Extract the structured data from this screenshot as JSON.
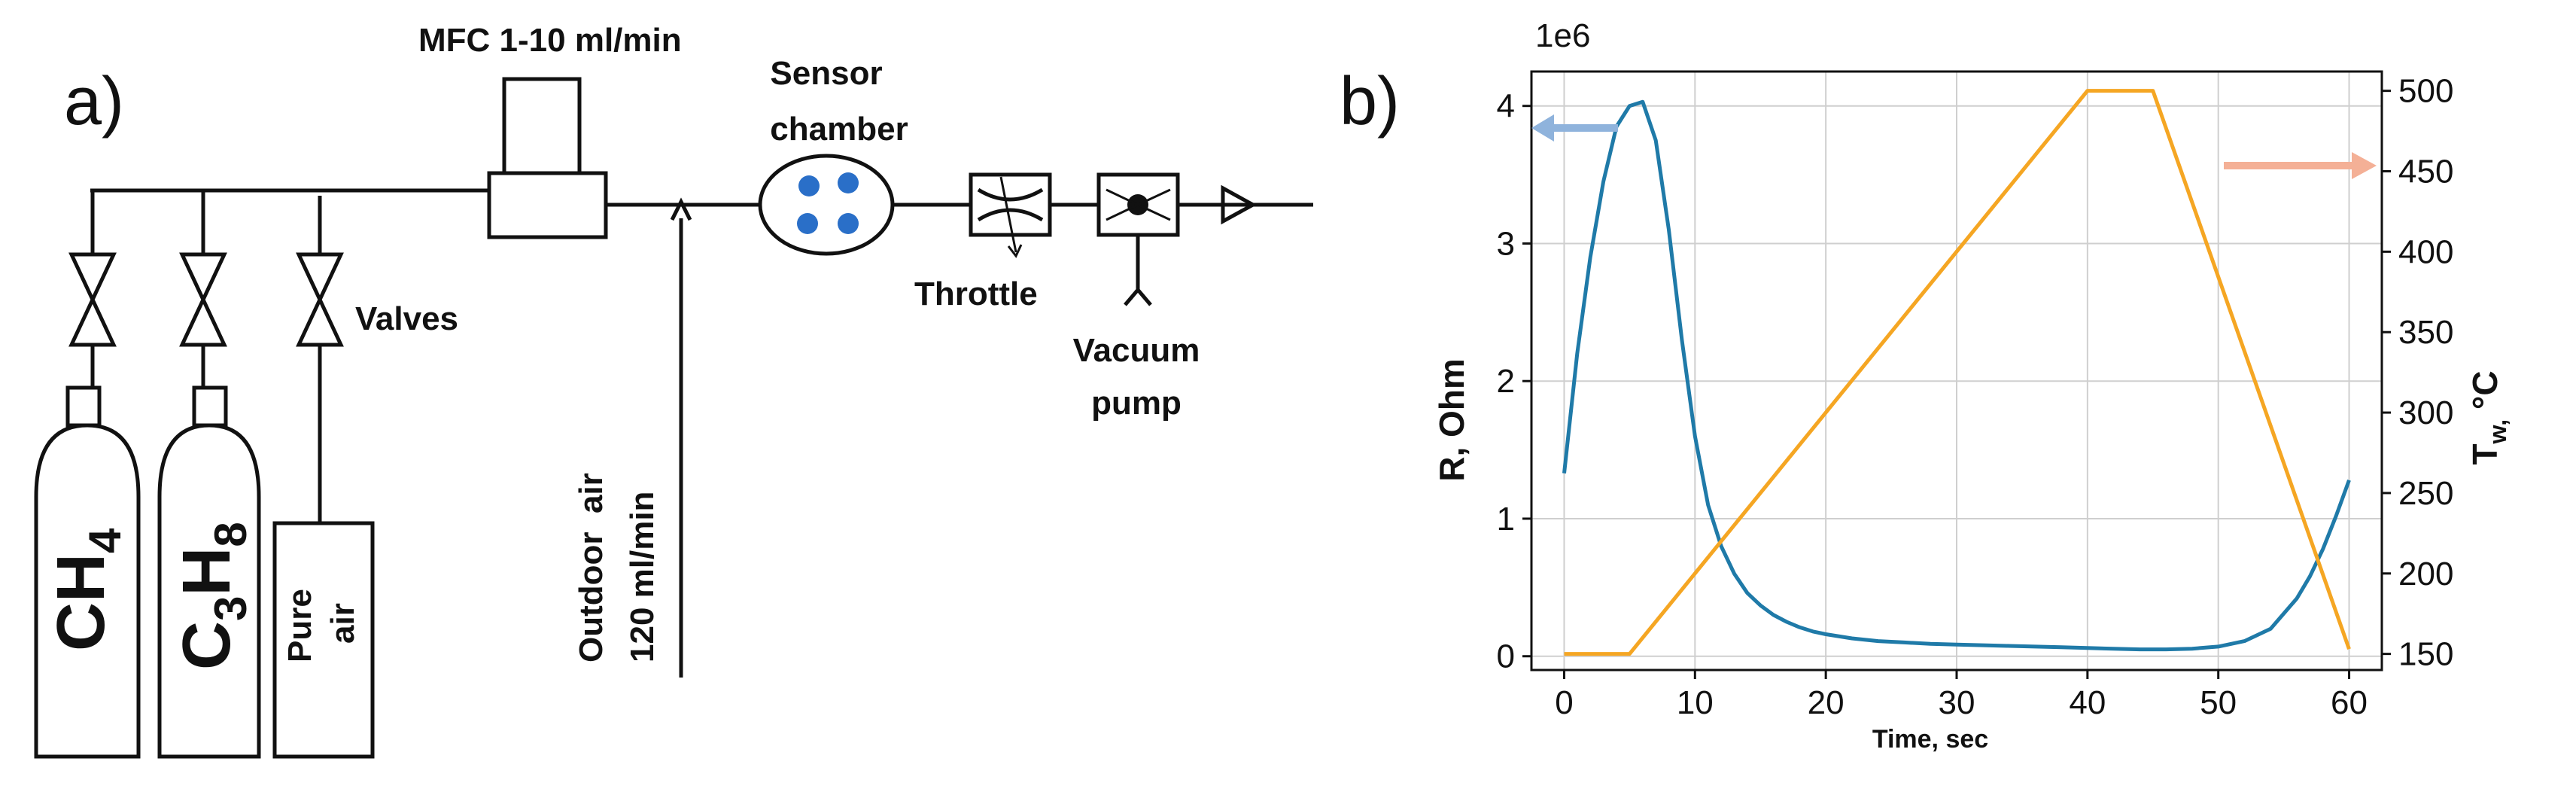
{
  "panel_a": {
    "panel_label": "a)",
    "mfc_label": "MFC 1-10 ml/min",
    "sensor_label_line1": "Sensor",
    "sensor_label_line2": "chamber",
    "valves_label": "Valves",
    "throttle_label": "Throttle",
    "pump_label_line1": "Vacuum",
    "pump_label_line2": "pump",
    "outdoor_line1": "Outdoor  air",
    "outdoor_line2": "120 ml/min",
    "cyl_ch4_main": "CH",
    "cyl_ch4_sub": "4",
    "cyl_c3h8_c": "C",
    "cyl_c3h8_sub1": "3",
    "cyl_c3h8_h": "H",
    "cyl_c3h8_sub2": "8",
    "pure_air_line1": "Pure",
    "pure_air_line2": "air"
  },
  "panel_b": {
    "panel_label": "b)",
    "left_scale_label": "1e6",
    "ylabel_left": "R, Ohm",
    "ylabel_right_main": "T",
    "ylabel_right_sub": "w,",
    "ylabel_right_unit": " °C",
    "xlabel": "Time, sec"
  },
  "colors": {
    "resistance": "#1f7aa8",
    "temperature": "#f5a623",
    "left_arrow": "#8fb3dc",
    "right_arrow": "#f4b096",
    "valve_dot": "#2a6fc8"
  },
  "chart_data": {
    "type": "line",
    "x": [
      0,
      1,
      2,
      3,
      4,
      5,
      6,
      7,
      8,
      9,
      10,
      11,
      12,
      13,
      14,
      15,
      16,
      17,
      18,
      19,
      20,
      22,
      24,
      26,
      28,
      30,
      32,
      34,
      36,
      38,
      40,
      42,
      44,
      46,
      48,
      50,
      52,
      54,
      56,
      57,
      58,
      59,
      60
    ],
    "series": [
      {
        "axis": "left",
        "color": "#1f7aa8",
        "values": [
          1.33,
          2.2,
          2.9,
          3.45,
          3.85,
          4.0,
          4.03,
          3.75,
          3.1,
          2.3,
          1.6,
          1.1,
          0.8,
          0.6,
          0.46,
          0.37,
          0.3,
          0.25,
          0.21,
          0.18,
          0.16,
          0.13,
          0.11,
          0.1,
          0.09,
          0.085,
          0.08,
          0.075,
          0.07,
          0.065,
          0.06,
          0.055,
          0.05,
          0.05,
          0.055,
          0.07,
          0.11,
          0.2,
          0.42,
          0.58,
          0.78,
          1.02,
          1.28
        ]
      },
      {
        "axis": "right",
        "color": "#f5a623",
        "x": [
          0,
          5,
          40,
          45,
          60
        ],
        "values": [
          150,
          150,
          500,
          500,
          153
        ]
      }
    ],
    "xlim": [
      -2.5,
      62.5
    ],
    "ylim_left": [
      -0.1,
      4.25
    ],
    "ylim_right": [
      140,
      512
    ],
    "xticks": [
      0,
      10,
      20,
      30,
      40,
      50,
      60
    ],
    "yticks_left": [
      0,
      1,
      2,
      3,
      4
    ],
    "yticks_right": [
      150,
      200,
      250,
      300,
      350,
      400,
      450,
      500
    ],
    "grid": true
  }
}
